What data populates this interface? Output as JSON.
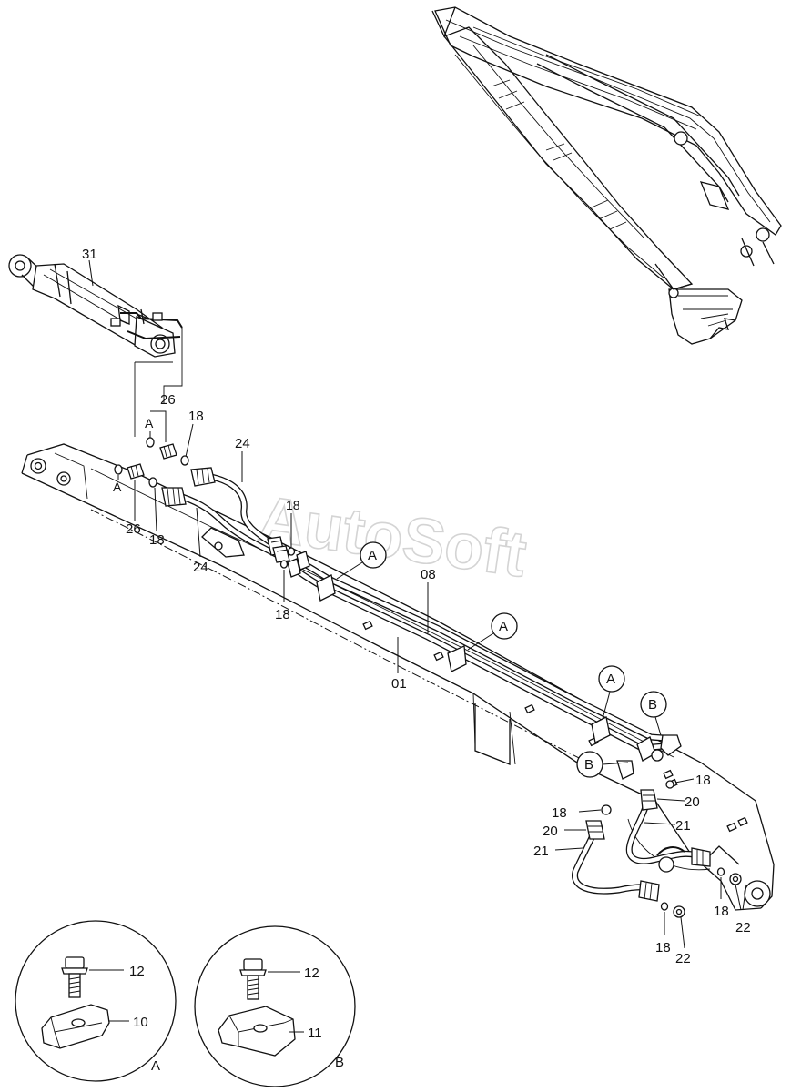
{
  "watermark": "AutoSoft",
  "callouts": {
    "c31": "31",
    "c26a": "26",
    "a_top": "A",
    "c18_top": "18",
    "c24_top": "24",
    "a_left": "A",
    "c26_left": "26",
    "c18_left": "18",
    "c24_bottom": "24",
    "c18_mid": "18",
    "c18_center": "18",
    "c08": "08",
    "c01": "01",
    "c18_r1": "18",
    "c20_r1": "20",
    "c18_r2": "18",
    "c21_r1": "21",
    "c20_r2": "20",
    "c21_r2": "21",
    "c18_r3": "18",
    "c22_r1": "22",
    "c18_r4": "18",
    "c22_r2": "22"
  },
  "circle_tags": {
    "a1": "A",
    "a2": "A",
    "a3": "A",
    "b1": "B",
    "b2": "B"
  },
  "detail_a": {
    "bolt": "12",
    "clamp": "10",
    "caption": "A"
  },
  "detail_b": {
    "bolt": "12",
    "clamp": "11",
    "caption": "B"
  }
}
